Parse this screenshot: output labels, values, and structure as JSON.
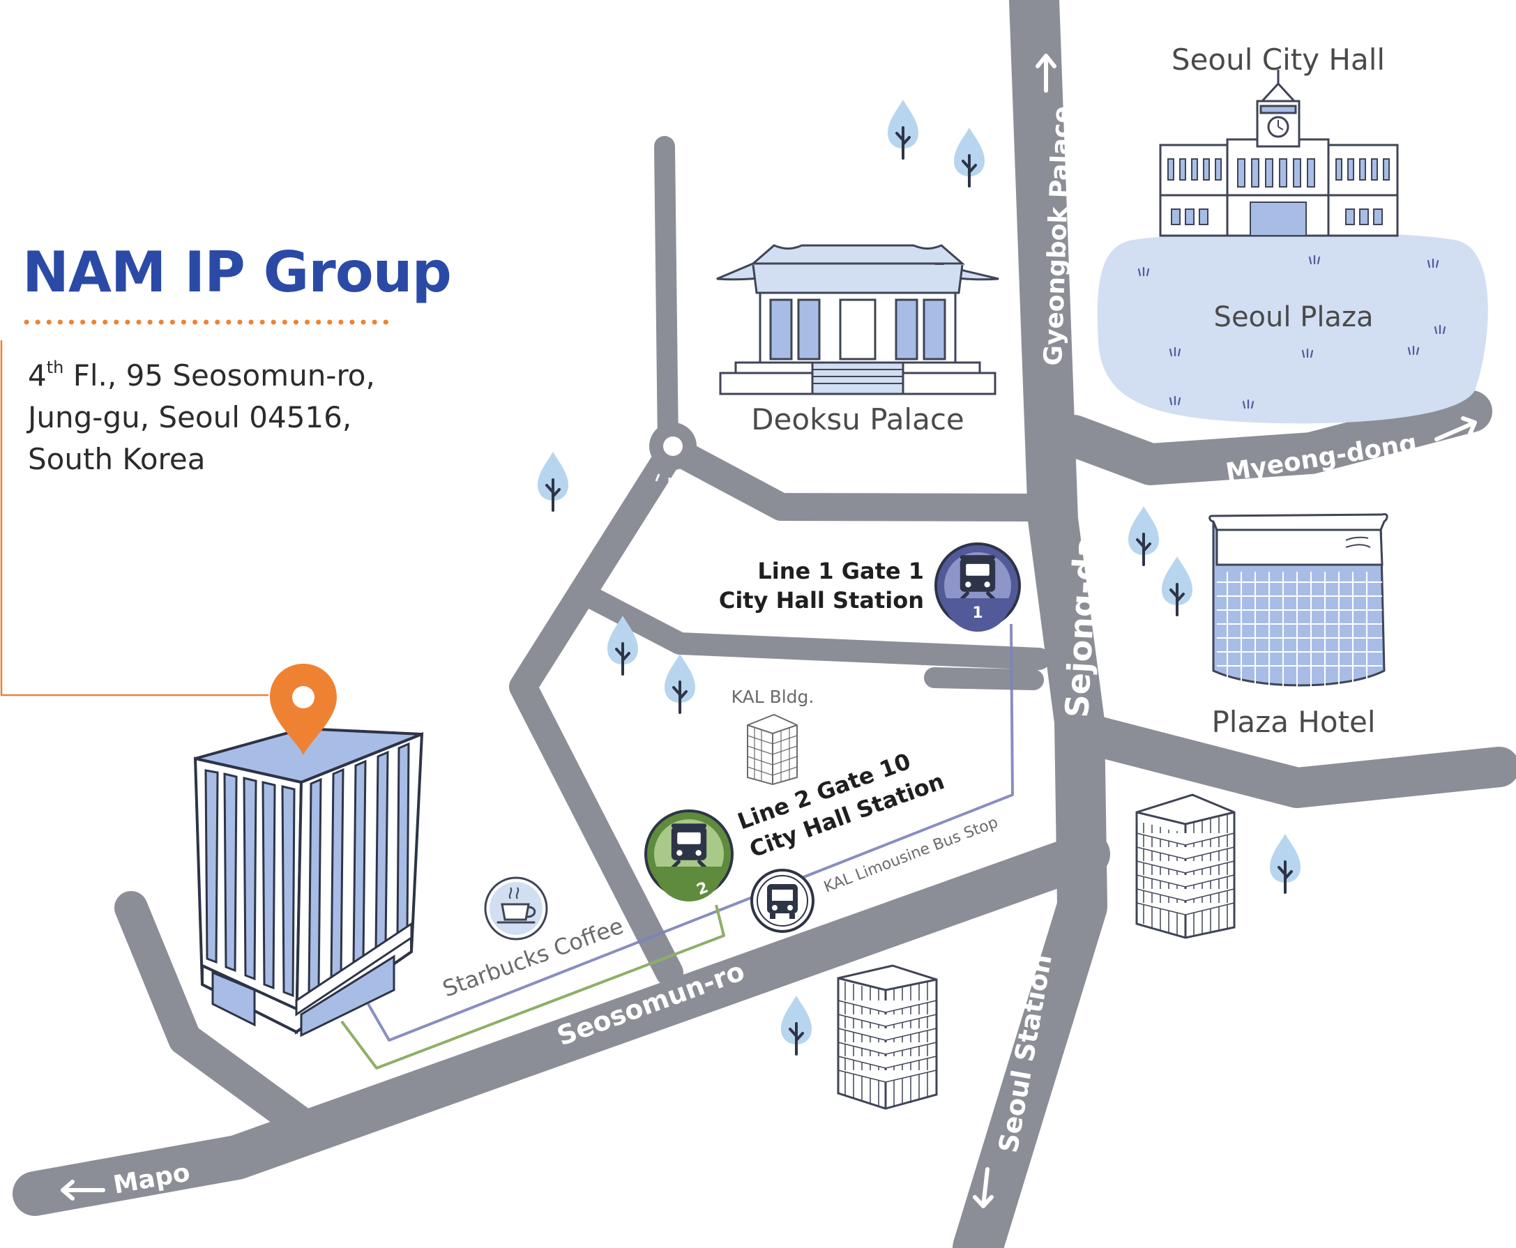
{
  "company": {
    "name": "NAM IP Group",
    "address_line1_pre": "4",
    "address_line1_sup": "th",
    "address_line1_post": " Fl., 95 Seosomun-ro,",
    "address_line2": "Jung-gu, Seoul 04516,",
    "address_line3": "South Korea"
  },
  "roads": {
    "gyeongbok": "Gyeongbok Palace",
    "sejong": "Sejong-daero",
    "myeongdong": "Myeong-dong",
    "seosomun": "Seosomun-ro",
    "mapo": "Mapo",
    "seoul_station": "Seoul Station"
  },
  "landmarks": {
    "city_hall": "Seoul City Hall",
    "plaza": "Seoul Plaza",
    "deoksu": "Deoksu Palace",
    "plaza_hotel": "Plaza Hotel",
    "kal_bldg": "KAL Bldg.",
    "starbucks": "Starbucks Coffee",
    "bus_stop": "KAL Limousine Bus Stop"
  },
  "stations": {
    "line1_a": "Line 1 Gate 1",
    "line1_b": "City Hall Station",
    "line1_num": "1",
    "line2_a": "Line 2  Gate 10",
    "line2_b": "City Hall Station",
    "line2_num": "2"
  },
  "colors": {
    "road": "#8b8e96",
    "brand_blue": "#2a4aa6",
    "accent_orange": "#ef8232",
    "line1_purple": "#525a9a",
    "line2_green": "#5e8b3c",
    "building_blue": "#a8bde6",
    "plaza_blue": "#d2def2",
    "tree_blue": "#b7d5ee"
  },
  "icons": [
    "map-pin-icon",
    "subway-train-icon",
    "bus-icon",
    "coffee-cup-icon",
    "tree-icon",
    "arrow-icon"
  ]
}
